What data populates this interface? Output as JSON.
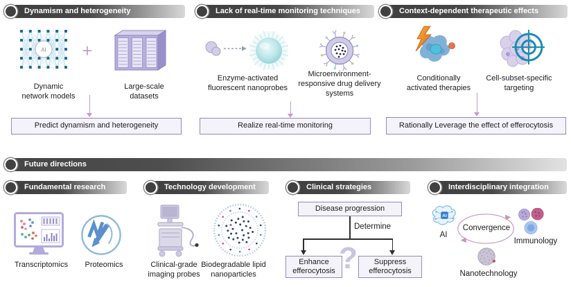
{
  "top_sections": [
    {
      "header": "Dynamism and heterogeneity",
      "item1_label": "Dynamic\nnetwork models",
      "plus": "+",
      "item2_label": "Large-scale\ndatasets",
      "outcome": "Predict dynamism and heterogeneity",
      "ai_node_label": "AI"
    },
    {
      "header": "Lack of real-time monitoring techniques",
      "item1_label": "Enzyme-activated\nfluorescent nanoprobes",
      "item2_label": "Microenvironment-\nresponsive drug delivery\nsystems",
      "outcome": "Realize real-time monitoring"
    },
    {
      "header": "Context-dependent therapeutic effects",
      "item1_label": "Conditionally\nactivated therapies",
      "item2_label": "Cell-subset-specific\ntargeting",
      "outcome": "Rationally Leverage the effect of efferocytosis"
    }
  ],
  "future_bar": {
    "header": "Future directions"
  },
  "bottom_sections": {
    "fundamental": {
      "header": "Fundamental research",
      "item1_label": "Transcriptomics",
      "item2_label": "Proteomics"
    },
    "technology": {
      "header": "Technology development",
      "item1_label": "Clinical-grade\nimaging probes",
      "item2_label": "Biodegradable lipid\nnanoparticles"
    },
    "clinical": {
      "header": "Clinical strategies",
      "top_box": "Disease progression",
      "edge_label": "Determine",
      "left_box": "Enhance\nefferocytosis",
      "right_box": "Suppress\nefferocytosis",
      "question_mark": "?"
    },
    "interdisciplinary": {
      "header": "Interdisciplinary integration",
      "ai_chip_label": "AI",
      "node_ai": "AI",
      "center_label": "Convergence",
      "node_immunology": "Immunology",
      "node_nanotech": "Nanotechnology"
    }
  },
  "colors": {
    "header_dark": "#3e3e3e",
    "box_border": "#9289bf",
    "arrow_purple": "#c49ace",
    "flow_black": "#2e2e2e",
    "glow_teal": "#9ed9de"
  }
}
